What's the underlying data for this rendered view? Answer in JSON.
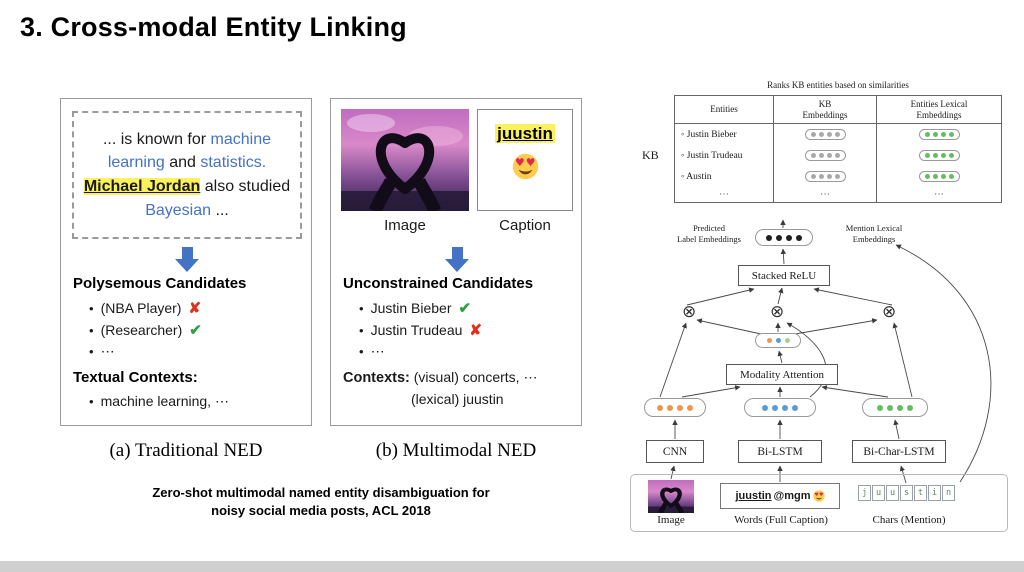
{
  "slide": {
    "title": "3. Cross-modal Entity Linking",
    "citation_line1": "Zero-shot multimodal named entity disambiguation for",
    "citation_line2": "noisy social media posts, ACL 2018"
  },
  "glyphs": {
    "check": "✔",
    "cross": "✘",
    "bullet": "•",
    "ellipsis": "⋯",
    "otimes": "⊗"
  },
  "colors": {
    "accent_blue": "#4472C4",
    "highlight_yellow": "#FBF15D",
    "check_green": "#2FA043",
    "cross_red": "#E0301E",
    "dot_orange": "#F0954A",
    "dot_blue": "#5B9BD5",
    "dot_green": "#63BE5F",
    "dot_gray": "#A8A8A8",
    "dot_black": "#1F1F1F"
  },
  "panel_a": {
    "caption": "(a)  Traditional NED",
    "quote_seg1": "... is known for ",
    "quote_seg2": "machine learning",
    "quote_seg3": " and ",
    "quote_seg4": "statistics. ",
    "quote_seg5": "Michael Jordan",
    "quote_seg6": " also studied ",
    "quote_seg7": "Bayesian",
    "quote_seg8": " ...",
    "candidates_title": "Polysemous Candidates",
    "candidate1": "(NBA Player)",
    "candidate2": "(Researcher)",
    "candidate3": "⋯",
    "contexts_title": "Textual Contexts:",
    "context1": "machine learning, ⋯"
  },
  "panel_b": {
    "caption": "(b)  Multimodal NED",
    "image_label": "Image",
    "caption_label": "Caption",
    "caption_word": "juustin",
    "candidates_title": "Unconstrained Candidates",
    "candidate1": "Justin Bieber",
    "candidate2": "Justin Trudeau",
    "candidate3": "⋯",
    "contexts_title": "Contexts:",
    "contexts_value1": "(visual) concerts, ⋯",
    "contexts_value2": "(lexical) juustin"
  },
  "diagram": {
    "top_note": "Ranks KB entities based on similarities",
    "kb_label": "KB",
    "table": {
      "col1": "Entities",
      "col2": "KB\nEmbeddings",
      "col3": "Entities Lexical\nEmbeddings",
      "row1": "◦ Justin Bieber",
      "row2": "◦ Justin Trudeau",
      "row3": "◦ Austin",
      "ellipsis": "⋯"
    },
    "predicted_label": "Predicted\nLabel Embeddings",
    "mention_label": "Mention Lexical\nEmbeddings",
    "stacked_relu": "Stacked ReLU",
    "modality_attention": "Modality Attention",
    "encoder1": "CNN",
    "encoder2": "Bi-LSTM",
    "encoder3": "Bi-Char-LSTM",
    "input_image_label": "Image",
    "input_words_label": "Words (Full Caption)",
    "input_chars_label": "Chars (Mention)",
    "words_mention": "juustin",
    "words_rest": " @mgm",
    "chars": [
      "j",
      "u",
      "u",
      "s",
      "t",
      "i",
      "n"
    ]
  }
}
